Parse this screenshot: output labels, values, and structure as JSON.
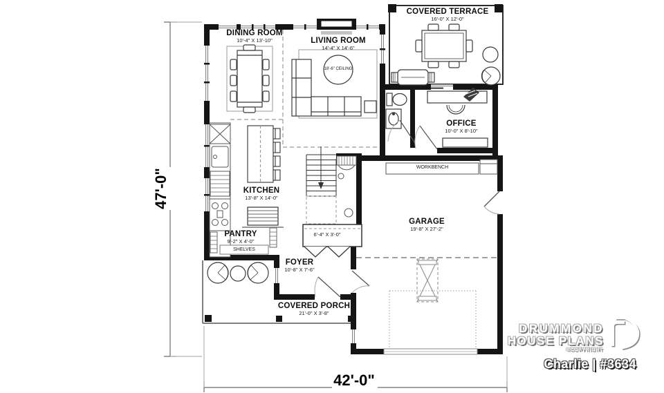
{
  "rooms": {
    "terrace": {
      "name": "COVERED TERRACE",
      "dims": "16'-0\" X 12'-0\""
    },
    "dining": {
      "name": "DINING ROOM",
      "dims": "10'-4\" X 13'-10\""
    },
    "living": {
      "name": "LIVING ROOM",
      "dims": "14'-4\" X 14'-6\""
    },
    "office": {
      "name": "OFFICE",
      "dims": "10'-0\" X 8'-10\""
    },
    "kitchen": {
      "name": "KITCHEN",
      "dims": "13'-8\" X 14'-0\""
    },
    "pantry": {
      "name": "PANTRY",
      "dims": "9'-2\" X 4'-0\""
    },
    "foyer": {
      "name": "FOYER",
      "dims": "10'-8\" X 7'-6\""
    },
    "closet": {
      "dims": "6'-4\" X 3'-0\""
    },
    "garage": {
      "name": "GARAGE",
      "dims": "19'-8\" X 27'-2\""
    },
    "porch": {
      "name": "COVERED PORCH",
      "dims": "21'-0\" X 3'-8\""
    }
  },
  "labels": {
    "workbench": "WORKBENCH",
    "shelves": "SHELVES",
    "ceiling": "18'-6\" CEILING"
  },
  "dimensions": {
    "overall_depth": "47'-0\"",
    "overall_width": "42'-0\""
  },
  "branding": {
    "line1": "DRUMMOND",
    "line2": "HOUSE PLANS",
    "copyright": "©COPYRIGHT",
    "plan": "Charlie | #3634"
  },
  "colors": {
    "wall": "#151515",
    "thin_line": "#444444",
    "light_line": "#999999",
    "text": "#0d0d0d"
  }
}
